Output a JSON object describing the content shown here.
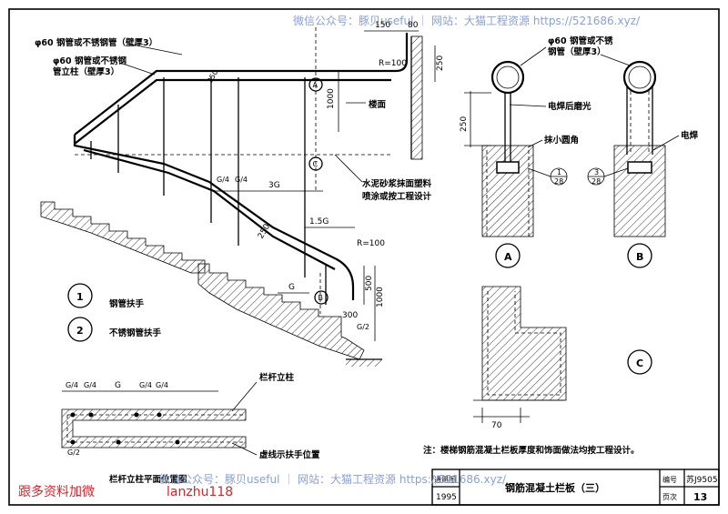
{
  "watermark_top": "微信公众号：豚贝useful ｜ 网站：大猫工程资源 https://521686.xyz/",
  "watermark_bottom": "微信公众号：豚贝useful ｜ 网站：大猫工程资源 https://521686.xyz/",
  "promo_left": "跟多资料加微",
  "promo_id": "lanzhu118",
  "main_view": {
    "label_steel_pipe": "φ60 钢管或不锈钢管（壁厚3）",
    "label_post_1": "φ60 钢管或不锈钢",
    "label_post_2": "管立柱（壁厚3）",
    "dim_250_a": "250",
    "dim_150": "150",
    "dim_80": "80",
    "dim_r100_top": "R=100",
    "dim_1000_top": "1000",
    "dim_250_wall": "250",
    "label_floor": "楼面",
    "note_1": "水泥砂浆抹面塑料",
    "note_2": "喷涂或按工程设计",
    "dim_g4_a": "G/4",
    "dim_g4_b": "G/4",
    "dim_3g": "3G",
    "dim_250_b": "250",
    "dim_15g": "1.5G",
    "dim_r100": "R=100",
    "dim_g": "G",
    "dim_500": "500",
    "dim_1000": "1000",
    "dim_300": "300",
    "dim_g2": "G/2",
    "callout_a": "A",
    "callout_b": "B",
    "callout_c": "C"
  },
  "legend": [
    {
      "num": "1",
      "text": "钢管扶手"
    },
    {
      "num": "2",
      "text": "不锈钢管扶手"
    }
  ],
  "plan_view": {
    "dims": [
      "G/4",
      "G/4",
      "G",
      "G/4",
      "G/4"
    ],
    "dim_g2": "G/2",
    "label_post": "栏杆立柱",
    "label_dashed": "虚线示扶手位置",
    "title": "栏杆立柱平面位置图"
  },
  "details": {
    "label_pipe_1": "φ60 钢管或不锈",
    "label_pipe_2": "钢管（壁厚3）",
    "label_grind": "电焊后磨光",
    "label_round": "抹小圆角",
    "label_weld": "电焊",
    "dim_250": "250",
    "ref_1_top": "1",
    "ref_1_bottom": "28",
    "ref_3_top": "3",
    "ref_3_bottom": "28",
    "dim_70": "70",
    "detail_a": "A",
    "detail_b": "B",
    "detail_c": "C"
  },
  "note": "注：楼梯钢筋混凝土栏板厚度和饰面做法均按工程设计。",
  "title_block": {
    "year_label": "通用图",
    "year": "1995",
    "title": "钢筋混凝土栏板（三）",
    "code_label": "编号",
    "code": "苏J9505",
    "page_label": "页次",
    "page": "13"
  }
}
